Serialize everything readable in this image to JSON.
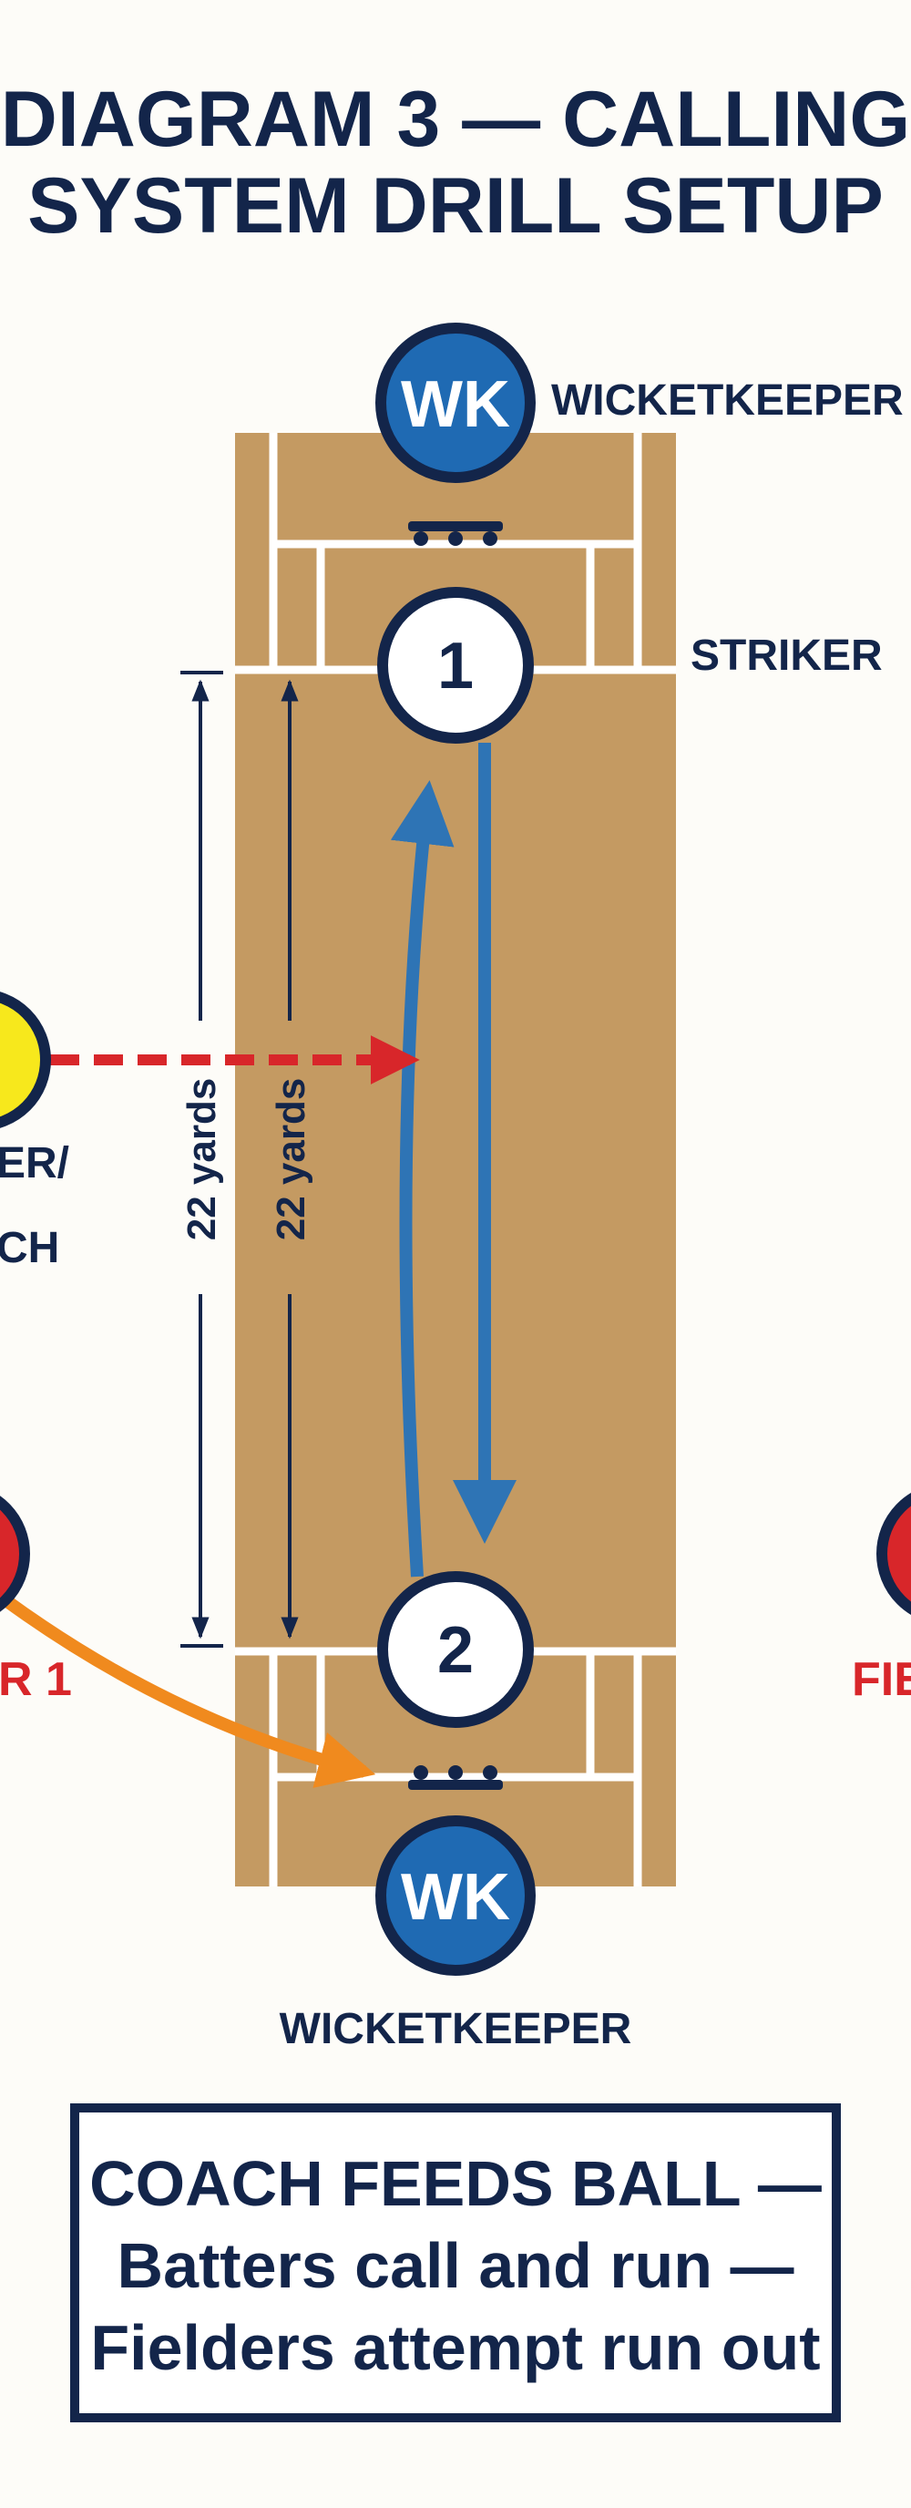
{
  "title": {
    "line1": "DIAGRAM 3 — CALLING",
    "line2": "SYSTEM DRILL SETUP"
  },
  "top_keeper": {
    "badge": "WK",
    "label": "WICKETKEEPER"
  },
  "striker": {
    "number": "1",
    "label": "STRIKER"
  },
  "non_striker": {
    "number": "2"
  },
  "bottom_keeper": {
    "badge": "WK",
    "label": "WICKETKEEPER"
  },
  "coach_label": {
    "line1": "ER/",
    "line2": "CH"
  },
  "fielder_left_label": "R 1",
  "fielder_right_label": "FIE",
  "dimension_outer": "22 yards",
  "dimension_inner": "22 yards",
  "caption": {
    "line1": "COACH FEEDS BALL —",
    "line2": "Batters call and run —",
    "line3": "Fielders attempt run out"
  },
  "colors": {
    "navy": "#13254a",
    "pitch": "#c49a62",
    "crease": "#ffffff",
    "wk_blue": "#1f6ab3",
    "run_arrow": "#2e74b5",
    "feed_arrow": "#d8262a",
    "fielder_arrow": "#f08a1e",
    "coach_yellow": "#f7e81c",
    "fielder_red": "#d8262a"
  }
}
